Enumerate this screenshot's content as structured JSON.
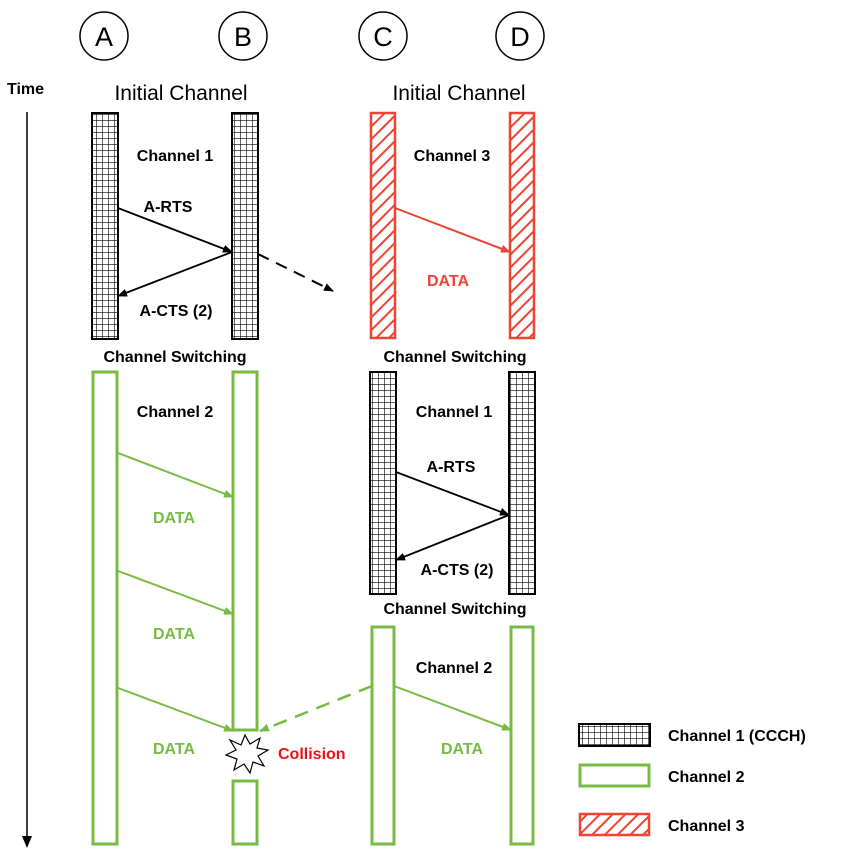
{
  "colors": {
    "channel1": "#000000",
    "channel2": "#77bb44",
    "channel3": "#ee4433",
    "collision": "#ee1111"
  },
  "nodes": [
    "A",
    "B",
    "C",
    "D"
  ],
  "time_label": "Time",
  "left": {
    "header": "Initial Channel",
    "phase1": {
      "channel": "Channel 1",
      "rts": "A-RTS",
      "cts": "A-CTS (2)"
    },
    "switch": "Channel Switching",
    "phase2": {
      "channel": "Channel 2",
      "data1": "DATA",
      "data2": "DATA",
      "data3": "DATA"
    },
    "collision": "Collision"
  },
  "right": {
    "header": "Initial Channel",
    "phase1": {
      "channel": "Channel 3",
      "data": "DATA"
    },
    "switch1": "Channel Switching",
    "phase2": {
      "channel": "Channel 1",
      "rts": "A-RTS",
      "cts": "A-CTS (2)"
    },
    "switch2": "Channel Switching",
    "phase3": {
      "channel": "Channel 2",
      "data": "DATA"
    }
  },
  "legend": [
    {
      "label": "Channel 1 (CCCH)",
      "pattern": "channel1"
    },
    {
      "label": "Channel 2",
      "pattern": "channel2"
    },
    {
      "label": "Channel 3",
      "pattern": "channel3"
    }
  ]
}
